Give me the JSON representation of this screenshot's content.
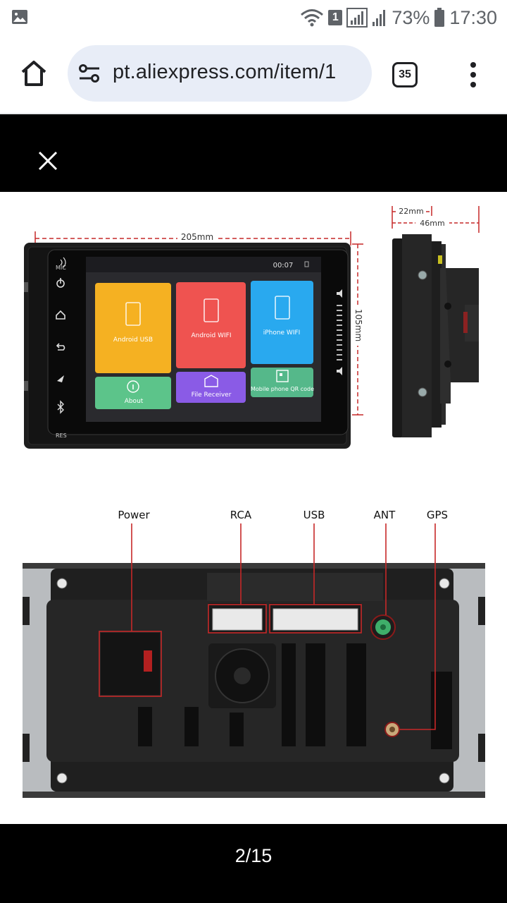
{
  "status_bar": {
    "sim_badge": "1",
    "battery": "73%",
    "time": "17:30"
  },
  "browser": {
    "url": "pt.aliexpress.com/item/1",
    "tab_count": "35"
  },
  "viewer": {
    "counter": "2/15"
  },
  "product_image": {
    "dim_width": "205mm",
    "dim_height": "105mm",
    "dim_depth_front": "22mm",
    "dim_depth_total": "46mm",
    "side_labels": {
      "mic": "MIC",
      "res": "RES"
    },
    "screen": {
      "clock": "00:07",
      "tiles": [
        "Android USB",
        "Android WIFI",
        "iPhone WIFI",
        "About",
        "File Receiver",
        "Mobile phone QR code"
      ]
    },
    "ports": [
      "Power",
      "RCA",
      "USB",
      "ANT",
      "GPS"
    ]
  },
  "colors": {
    "tile_yellow": "#f5b122",
    "tile_red": "#ef5350",
    "tile_blue": "#29a9ef",
    "tile_green": "#5cc48a",
    "tile_purple": "#8a5be6",
    "tile_teal": "#55b88a",
    "dimension_red": "#c62828"
  }
}
